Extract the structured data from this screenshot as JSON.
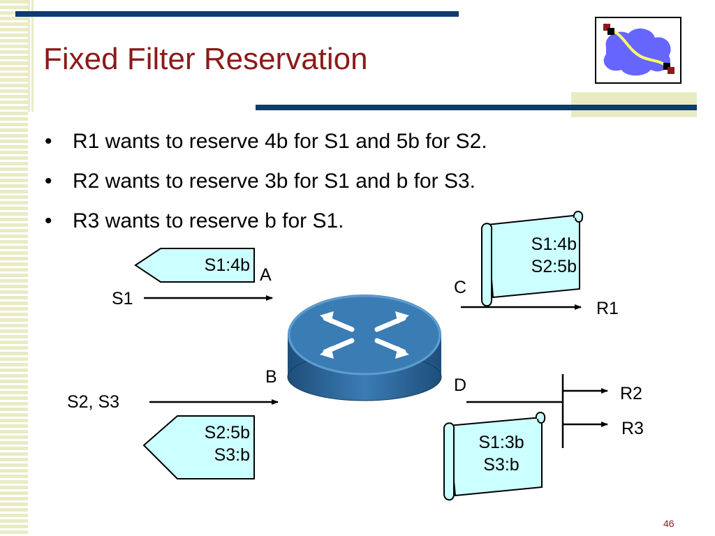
{
  "slide": {
    "title": "Fixed Filter Reservation",
    "page_number": "46"
  },
  "bullets": [
    "R1 wants to reserve 4b for S1 and 5b for S2.",
    "R2 wants to reserve 3b for S1 and b for S3.",
    "R3 wants to reserve b for S1."
  ],
  "diagram": {
    "senders": {
      "s1": "S1",
      "s2_s3": "S2, S3"
    },
    "ports": {
      "a": "A",
      "b": "B",
      "c": "C",
      "d": "D"
    },
    "receivers": {
      "r1": "R1",
      "r2": "R2",
      "r3": "R3"
    },
    "flag_a": {
      "line1": "S1:4b"
    },
    "flag_b": {
      "line1": "S2:5b",
      "line2": "S3:b"
    },
    "scroll_c": {
      "line1": "S1:4b",
      "line2": "S2:5b"
    },
    "scroll_d": {
      "line1": "S1:3b",
      "line2": "S3:b"
    },
    "icons": {
      "logo": "network-cloud-icon",
      "router": "router-icon",
      "flag": "reservation-flag-icon",
      "scroll": "scroll-note-icon"
    }
  },
  "colors": {
    "title": "#8b1a1a",
    "accent_bar": "#0d3b72",
    "stripe": "#e9ebc4",
    "note_fill": "#ccffff",
    "router": "#2f6ea4"
  }
}
